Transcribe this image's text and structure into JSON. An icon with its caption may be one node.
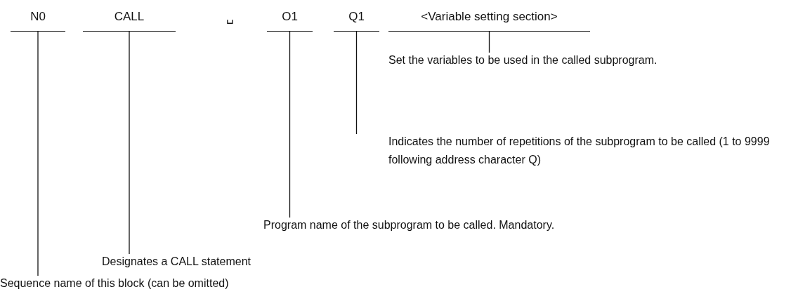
{
  "diagram": {
    "nodes": [
      {
        "text": [
          "N0"
        ]
      },
      {
        "text": [
          "CALL"
        ]
      },
      {
        "text": [
          "O1"
        ]
      },
      {
        "text": [
          "Q1"
        ]
      },
      {
        "text": [
          "<Variable setting section>"
        ]
      },
      {
        "text": [
          "Set the variables to be used in the called subprogram."
        ]
      },
      {
        "text": [
          "Indicates the number of repetitions of the subprogram to be called (1 to 9999 following address character Q)"
        ]
      },
      {
        "text": [
          "Program name of the subprogram to be called.  Mandatory."
        ]
      },
      {
        "text": [
          "Designates a CALL statement"
        ]
      },
      {
        "text": [
          "Sequence name of this block (can be omitted)"
        ]
      }
    ],
    "edges": [
      {
        "from": 4,
        "to": 5,
        "arrow": "none"
      },
      {
        "from": 3,
        "to": 6,
        "arrow": "none"
      },
      {
        "from": 2,
        "to": 7,
        "arrow": "none"
      },
      {
        "from": 1,
        "to": 8,
        "arrow": "none"
      },
      {
        "from": 0,
        "to": 9,
        "arrow": "none"
      }
    ],
    "labels": [
      "␣"
    ]
  }
}
